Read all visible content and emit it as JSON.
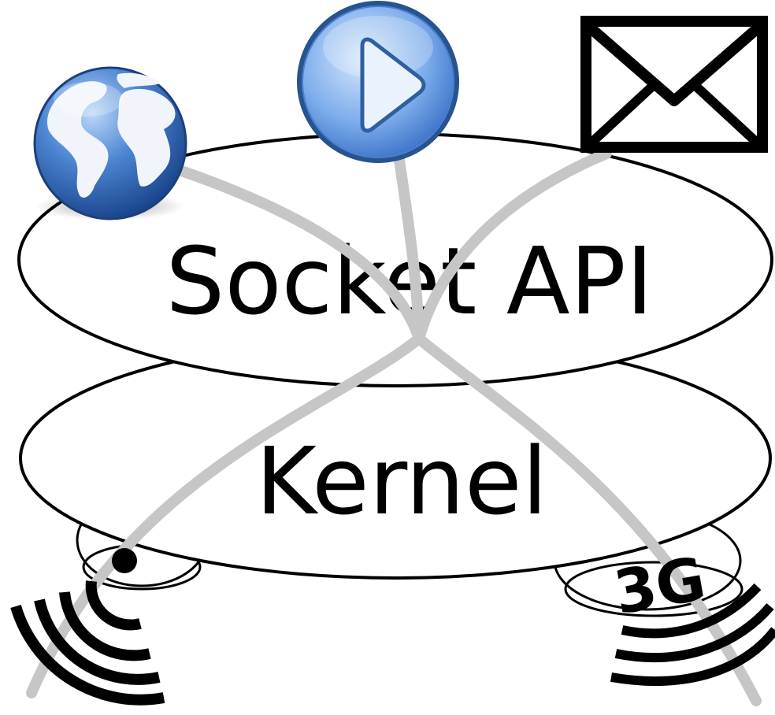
{
  "layers": {
    "socket_api": {
      "label": "Socket API"
    },
    "kernel": {
      "label": "Kernel"
    }
  },
  "devices": {
    "wifi": {
      "icon": "wifi-icon"
    },
    "cellular": {
      "icon": "cellular-3g-icon",
      "label": "3G"
    }
  },
  "applications": [
    {
      "icon": "globe-icon"
    },
    {
      "icon": "play-button-icon"
    },
    {
      "icon": "mail-envelope-icon"
    }
  ],
  "colors": {
    "outline": "#000000",
    "connection": "#c6c6c6",
    "background": "#ffffff",
    "play_blue": "#6fa2ec",
    "globe_blue": "#3a74c8"
  }
}
